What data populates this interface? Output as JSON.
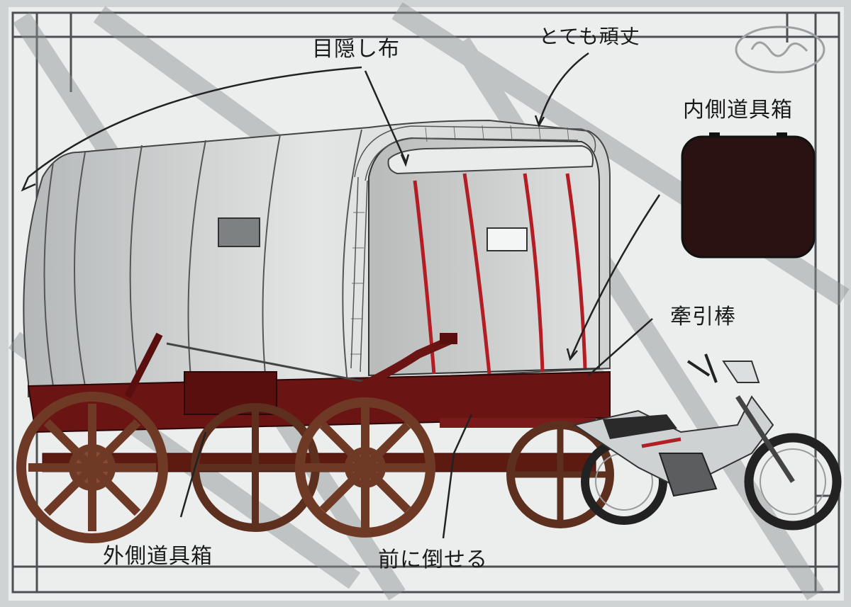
{
  "labels": {
    "blindfold_cloth": "目隠し布",
    "very_sturdy": "とても頑丈",
    "inner_tool_box": "内側道具箱",
    "tow_bar": "牽引棒",
    "outer_tool_box": "外側道具箱",
    "fold_forward": "前に倒せる"
  },
  "colors": {
    "background": "#eceeed",
    "frame": "#4a4d4f",
    "canvas_cover": "#c9cbcb",
    "wagon_body": "#6b1414",
    "wheel": "#6e3a26",
    "stripe": "#b21e24",
    "inner_box": "#2a1212"
  },
  "icons": [
    "covered-wagon-illustration",
    "motorcycle-illustration",
    "tool-box-illustration"
  ]
}
